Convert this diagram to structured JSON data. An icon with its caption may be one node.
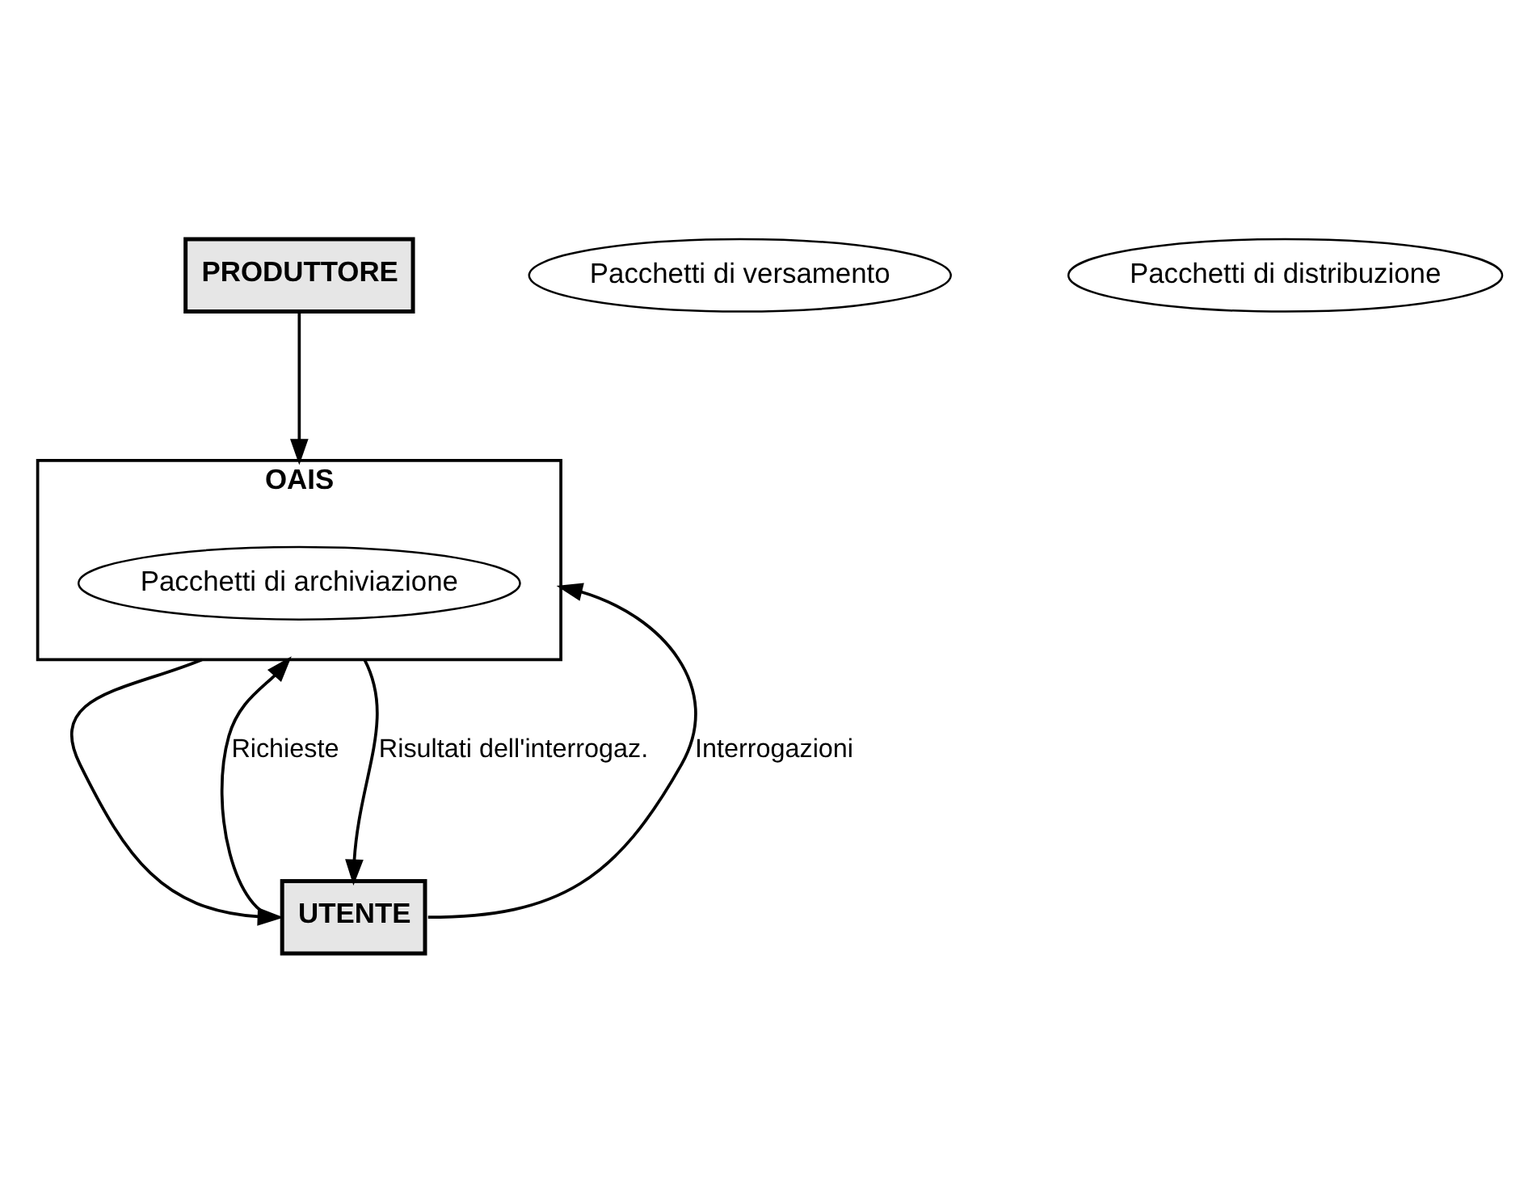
{
  "diagram": {
    "nodes": [
      {
        "text": [
          "PRODUTTORE"
        ]
      },
      {
        "text": [
          "Pacchetti di versamento"
        ]
      },
      {
        "text": [
          "OAIS"
        ]
      },
      {
        "text": [
          "Pacchetti di archiviazione"
        ],
        "in": 2
      },
      {
        "text": [
          "Pacchetti di distribuzione"
        ]
      },
      {
        "text": [
          "UTENTE"
        ]
      }
    ],
    "edges": [
      {
        "from": 0,
        "to": 2,
        "arrow": "to"
      },
      {
        "from": 2,
        "to": 5,
        "arrow": "to"
      },
      {
        "from": 2,
        "to": 5,
        "arrow": "to",
        "label": "Risultati dell'interrogaz."
      },
      {
        "from": 5,
        "to": 2,
        "arrow": "to",
        "label": "Interrogazioni"
      },
      {
        "from": 5,
        "to": 2,
        "arrow": "to",
        "label": "Richieste"
      }
    ]
  }
}
